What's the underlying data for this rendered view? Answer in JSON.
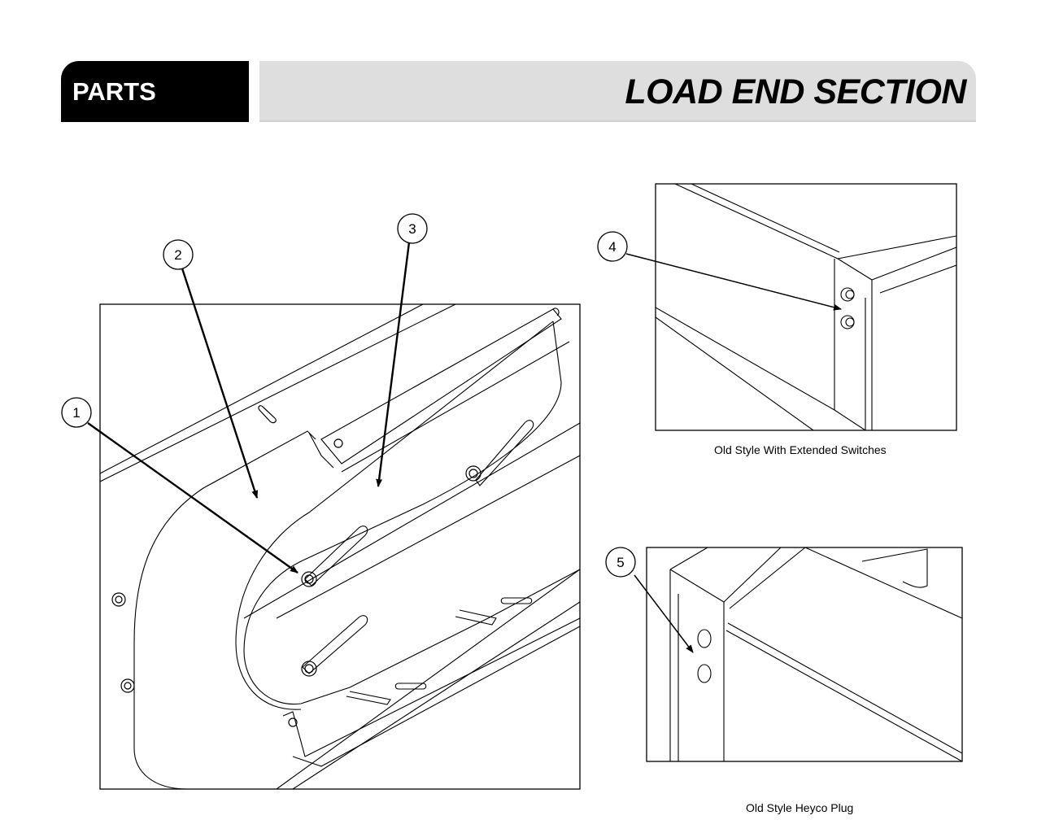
{
  "header": {
    "section_label": "PARTS",
    "title": "LOAD END SECTION"
  },
  "callouts": [
    "1",
    "2",
    "3",
    "4",
    "5"
  ],
  "captions": {
    "extended_switches": "Old Style With Extended Switches",
    "heyco_plug": "Old Style Heyco Plug"
  }
}
